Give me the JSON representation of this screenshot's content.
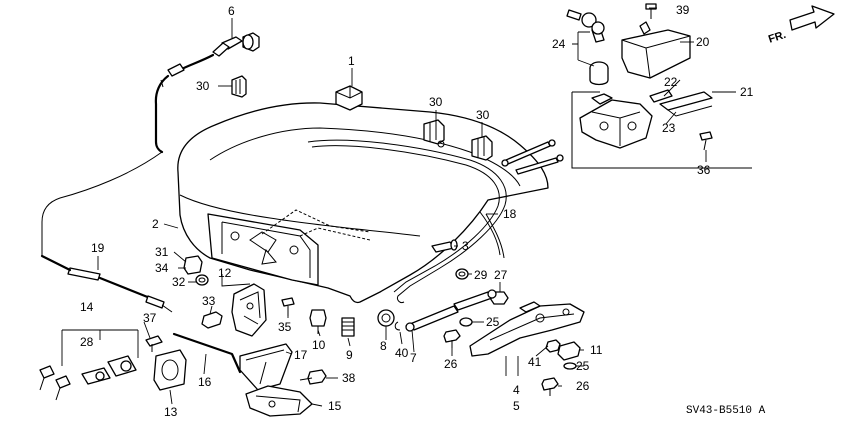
{
  "diagram": {
    "drawing_code": "SV43-B5510 A",
    "direction_label": "FR.",
    "callouts": [
      {
        "id": "c6",
        "text": "6"
      },
      {
        "id": "c39",
        "text": "39"
      },
      {
        "id": "c20",
        "text": "20"
      },
      {
        "id": "c24",
        "text": "24"
      },
      {
        "id": "c1",
        "text": "1"
      },
      {
        "id": "c30a",
        "text": "30"
      },
      {
        "id": "c30b",
        "text": "30"
      },
      {
        "id": "c30c",
        "text": "30"
      },
      {
        "id": "c22",
        "text": "22"
      },
      {
        "id": "c21",
        "text": "21"
      },
      {
        "id": "c23",
        "text": "23"
      },
      {
        "id": "c36",
        "text": "36"
      },
      {
        "id": "c2",
        "text": "2"
      },
      {
        "id": "c18",
        "text": "18"
      },
      {
        "id": "c19",
        "text": "19"
      },
      {
        "id": "c3",
        "text": "3"
      },
      {
        "id": "c31",
        "text": "31"
      },
      {
        "id": "c34",
        "text": "34"
      },
      {
        "id": "c29",
        "text": "29"
      },
      {
        "id": "c27",
        "text": "27"
      },
      {
        "id": "c12",
        "text": "12"
      },
      {
        "id": "c32",
        "text": "32"
      },
      {
        "id": "c33",
        "text": "33"
      },
      {
        "id": "c14",
        "text": "14"
      },
      {
        "id": "c37",
        "text": "37"
      },
      {
        "id": "c35",
        "text": "35"
      },
      {
        "id": "c10",
        "text": "10"
      },
      {
        "id": "c9",
        "text": "9"
      },
      {
        "id": "c8",
        "text": "8"
      },
      {
        "id": "c40",
        "text": "40"
      },
      {
        "id": "c7",
        "text": "7"
      },
      {
        "id": "c25a",
        "text": "25"
      },
      {
        "id": "c28",
        "text": "28"
      },
      {
        "id": "c17",
        "text": "17"
      },
      {
        "id": "c26a",
        "text": "26"
      },
      {
        "id": "c11",
        "text": "11"
      },
      {
        "id": "c41",
        "text": "41"
      },
      {
        "id": "c25b",
        "text": "25"
      },
      {
        "id": "c16",
        "text": "16"
      },
      {
        "id": "c38",
        "text": "38"
      },
      {
        "id": "c4",
        "text": "4"
      },
      {
        "id": "c26b",
        "text": "26"
      },
      {
        "id": "c13",
        "text": "13"
      },
      {
        "id": "c15",
        "text": "15"
      },
      {
        "id": "c5",
        "text": "5"
      }
    ]
  }
}
